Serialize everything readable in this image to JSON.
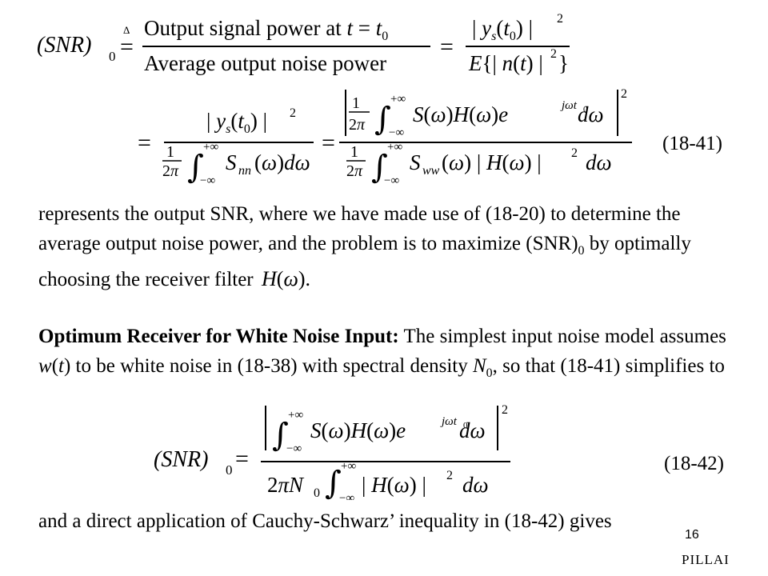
{
  "equations": {
    "snr_def_lhs": "(SNR)",
    "snr_sub": "0",
    "def_symbol": "Δ",
    "eq41_num_text": "Output signal power at t = t0",
    "eq41_den_text": "Average output noise power",
    "eq41_label": "(18-41)",
    "eq42_label": "(18-42)"
  },
  "paragraph1": {
    "text_a": "represents the output SNR, where we have made use of (18-20) to determine the average output noise power, and the problem is to maximize (SNR)",
    "sub": "0",
    "text_b": " by optimally choosing the receiver filter "
  },
  "paragraph2": {
    "heading": "Optimum Receiver for White Noise Input:",
    "text_a": " The simplest input noise model assumes ",
    "w_var": "w",
    "text_b": "(",
    "t_var": "t",
    "text_c": ") to be white noise in (18-38) with spectral density ",
    "n_var": "N",
    "n_sub": "0",
    "text_d": ", so that (18-41) simplifies to"
  },
  "paragraph3": {
    "text": "and a direct application of Cauchy-Schwarz’ inequality in (18-42) gives"
  },
  "footer": {
    "page_number": "16",
    "author": "PILLAI"
  }
}
